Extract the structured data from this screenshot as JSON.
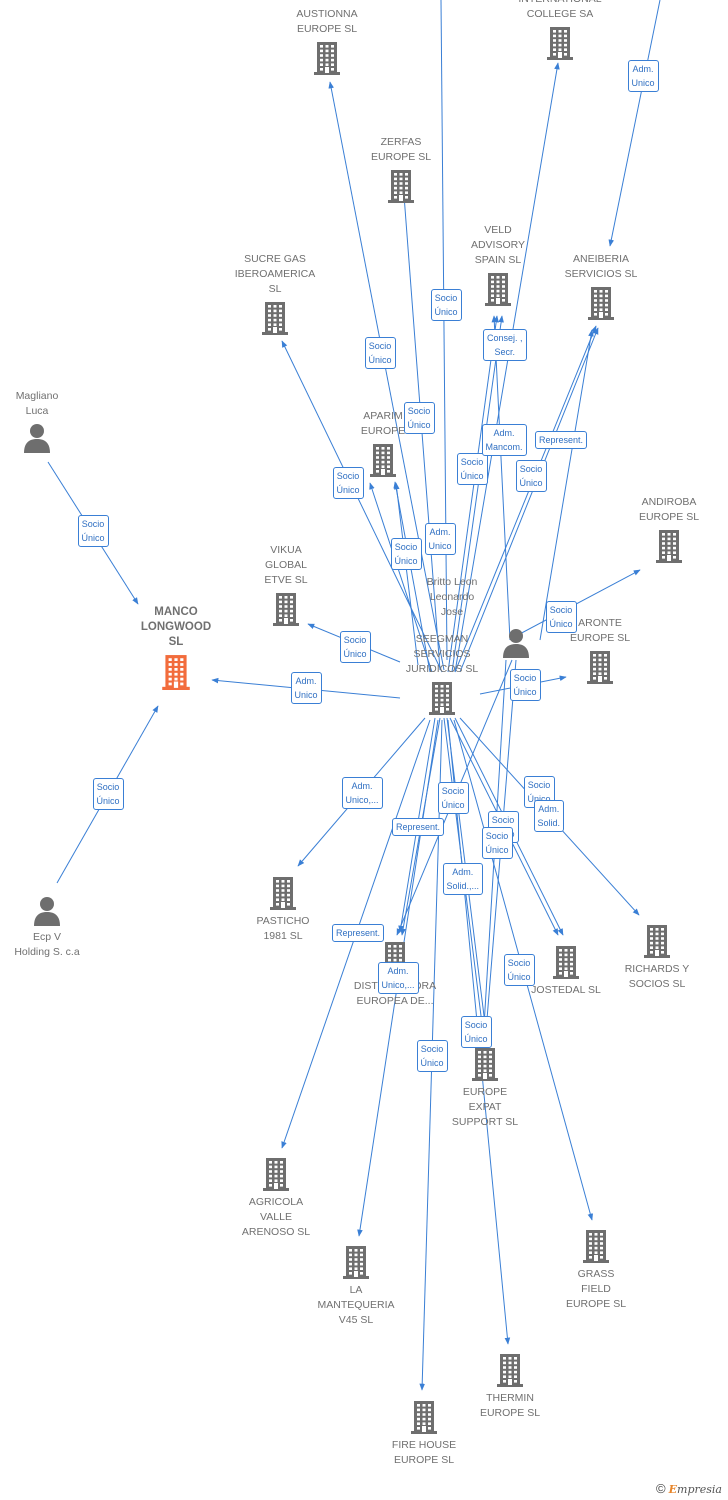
{
  "colors": {
    "edge": "#3a7fd5",
    "node_icon": "#6e6e6e",
    "focus_icon": "#f26c3c",
    "label": "#707070"
  },
  "nodes": [
    {
      "id": "manco",
      "label": "MANCO\nLONGWOOD\nSL",
      "kind": "company",
      "focus": true
    },
    {
      "id": "seegman",
      "label": "SEEGMAN\nSERVICIOS\nJURIDICOS SL",
      "kind": "company"
    },
    {
      "id": "austionna",
      "label": "AUSTIONNA\nEUROPE SL",
      "kind": "company"
    },
    {
      "id": "college",
      "label": "INTERNATIONAL\nCOLLEGE SA",
      "kind": "company"
    },
    {
      "id": "zerfas",
      "label": "ZERFAS\nEUROPE SL",
      "kind": "company"
    },
    {
      "id": "veld",
      "label": "VELD\nADVISORY\nSPAIN SL",
      "kind": "company"
    },
    {
      "id": "aneiberia",
      "label": "ANEIBERIA\nSERVICIOS SL",
      "kind": "company"
    },
    {
      "id": "sucre",
      "label": "SUCRE GAS\nIBEROAMERICA\nSL",
      "kind": "company"
    },
    {
      "id": "aparim",
      "label": "APARIM\nEUROPE",
      "kind": "company"
    },
    {
      "id": "andiroba",
      "label": "ANDIROBA\nEUROPE SL",
      "kind": "company"
    },
    {
      "id": "vikua",
      "label": "VIKUA\nGLOBAL\nETVE SL",
      "kind": "company"
    },
    {
      "id": "aronte",
      "label": "ARONTE\nEUROPE SL",
      "kind": "company"
    },
    {
      "id": "pasticho",
      "label": "PASTICHO\n1981 SL",
      "kind": "company"
    },
    {
      "id": "richards",
      "label": "RICHARDS Y\nSOCIOS SL",
      "kind": "company"
    },
    {
      "id": "distribuidora",
      "label": "DISTRIBUIDORA\nEUROPEA DE...",
      "kind": "company"
    },
    {
      "id": "jostedal",
      "label": "JOSTEDAL SL",
      "kind": "company"
    },
    {
      "id": "europeexpat",
      "label": "EUROPE\nEXPAT\nSUPPORT SL",
      "kind": "company"
    },
    {
      "id": "agricola",
      "label": "AGRICOLA\nVALLE\nARENOSO SL",
      "kind": "company"
    },
    {
      "id": "grass",
      "label": "GRASS\nFIELD\nEUROPE SL",
      "kind": "company"
    },
    {
      "id": "mantequeria",
      "label": "LA\nMANTEQUERIA\nV45 SL",
      "kind": "company"
    },
    {
      "id": "thermin",
      "label": "THERMIN\nEUROPE SL",
      "kind": "company"
    },
    {
      "id": "firehouse",
      "label": "FIRE HOUSE\nEUROPE SL",
      "kind": "company"
    },
    {
      "id": "magliano",
      "label": "Magliano\nLuca",
      "kind": "person"
    },
    {
      "id": "britto",
      "label": "Britto Leon\nLeonardo\nJose",
      "kind": "person"
    },
    {
      "id": "ecp",
      "label": "Ecp V\nHolding S. c.a",
      "kind": "person"
    }
  ],
  "relations": [
    {
      "label": "Adm.\nUnico"
    },
    {
      "label": "Socio\nÚnico"
    },
    {
      "label": "Socio\nÚnico"
    },
    {
      "label": "Socio\nÚnico"
    },
    {
      "label": "Socio\nÚnico"
    },
    {
      "label": "Socio\nÚnico"
    },
    {
      "label": "Adm.\nUnico"
    },
    {
      "label": "Socio\nÚnico"
    },
    {
      "label": "Consej. ,\nSecr."
    },
    {
      "label": "Socio\nÚnico"
    },
    {
      "label": "Socio\nÚnico"
    },
    {
      "label": "Adm.\nMancom."
    },
    {
      "label": "Represent."
    },
    {
      "label": "Socio\nÚnico"
    },
    {
      "label": "Socio\nÚnico"
    },
    {
      "label": "Adm.\nUnico"
    },
    {
      "label": "Socio\nÚnico"
    },
    {
      "label": "Socio\nÚnico"
    },
    {
      "label": "Adm.\nUnico,..."
    },
    {
      "label": "Socio\nÚnico"
    },
    {
      "label": "Socio\nÚnico"
    },
    {
      "label": "Adm.\nSolid."
    },
    {
      "label": "Represent."
    },
    {
      "label": "Socio\nÚnico"
    },
    {
      "label": "Socio\nÚnico"
    },
    {
      "label": "Adm.\nSolid.,..."
    },
    {
      "label": "Represent."
    },
    {
      "label": "Adm.\nUnico,..."
    },
    {
      "label": "Socio\nÚnico"
    },
    {
      "label": "Socio\nÚnico"
    },
    {
      "label": "Socio\nÚnico"
    },
    {
      "label": "Socio\nÚnico"
    },
    {
      "label": "Socio\nÚnico"
    }
  ],
  "credit": {
    "symbol": "©",
    "brand_initial": "E",
    "brand_rest": "mpresia"
  }
}
